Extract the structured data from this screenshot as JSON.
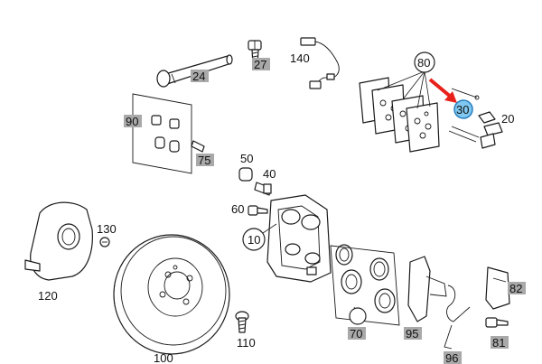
{
  "diagram": {
    "labels": {
      "l24": "24",
      "l27": "27",
      "l140": "140",
      "l80": "80",
      "l30": "30",
      "l20": "20",
      "l90": "90",
      "l75": "75",
      "l50": "50",
      "l40": "40",
      "l60": "60",
      "l10": "10",
      "l130": "130",
      "l120": "120",
      "l100": "100",
      "l110": "110",
      "l70": "70",
      "l95": "95",
      "l96": "96",
      "l82": "82",
      "l81": "81"
    },
    "colors": {
      "highlight_arrow": "#e8221b",
      "highlight_circle": "#7fc8f0",
      "callout_box": "#a9a9a9"
    }
  }
}
